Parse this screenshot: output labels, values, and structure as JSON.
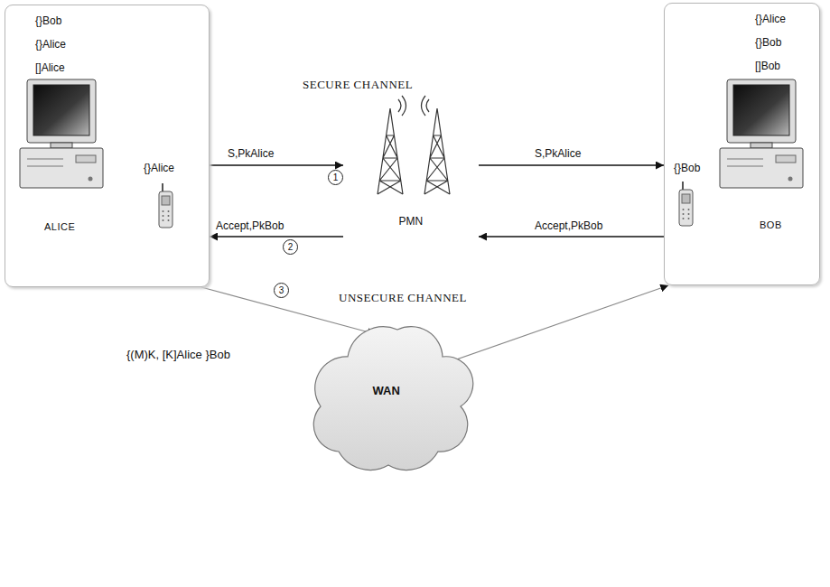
{
  "diagram": {
    "nodes": [
      {
        "text": [
          "{}Bob",
          "{}Alice",
          "[]Alice",
          "{}Alice",
          "ALICE"
        ]
      },
      {
        "text": [
          "PMN"
        ]
      },
      {
        "text": [
          "{}Alice",
          "{}Bob",
          "[]Bob",
          "{}Bob",
          "BOB"
        ]
      },
      {
        "text": [
          "WAN"
        ]
      }
    ],
    "edges": [
      {
        "from": 0,
        "to": 1,
        "label": "S,PkAlice",
        "arrow": "to"
      },
      {
        "from": 1,
        "to": 2,
        "label": "S,PkAlice",
        "arrow": "to"
      },
      {
        "from": 2,
        "to": 1,
        "label": "Accept,PkBob",
        "arrow": "to"
      },
      {
        "from": 1,
        "to": 0,
        "label": "Accept,PkBob",
        "arrow": "to"
      },
      {
        "from": 0,
        "to": 3,
        "arrow": "to"
      },
      {
        "from": 3,
        "to": 2,
        "arrow": "to"
      }
    ],
    "labels": [
      "SECURE CHANNEL",
      "1",
      "2",
      "3",
      "UNSECURE CHANNEL",
      "{(M)K, [K]Alice }Bob"
    ]
  }
}
